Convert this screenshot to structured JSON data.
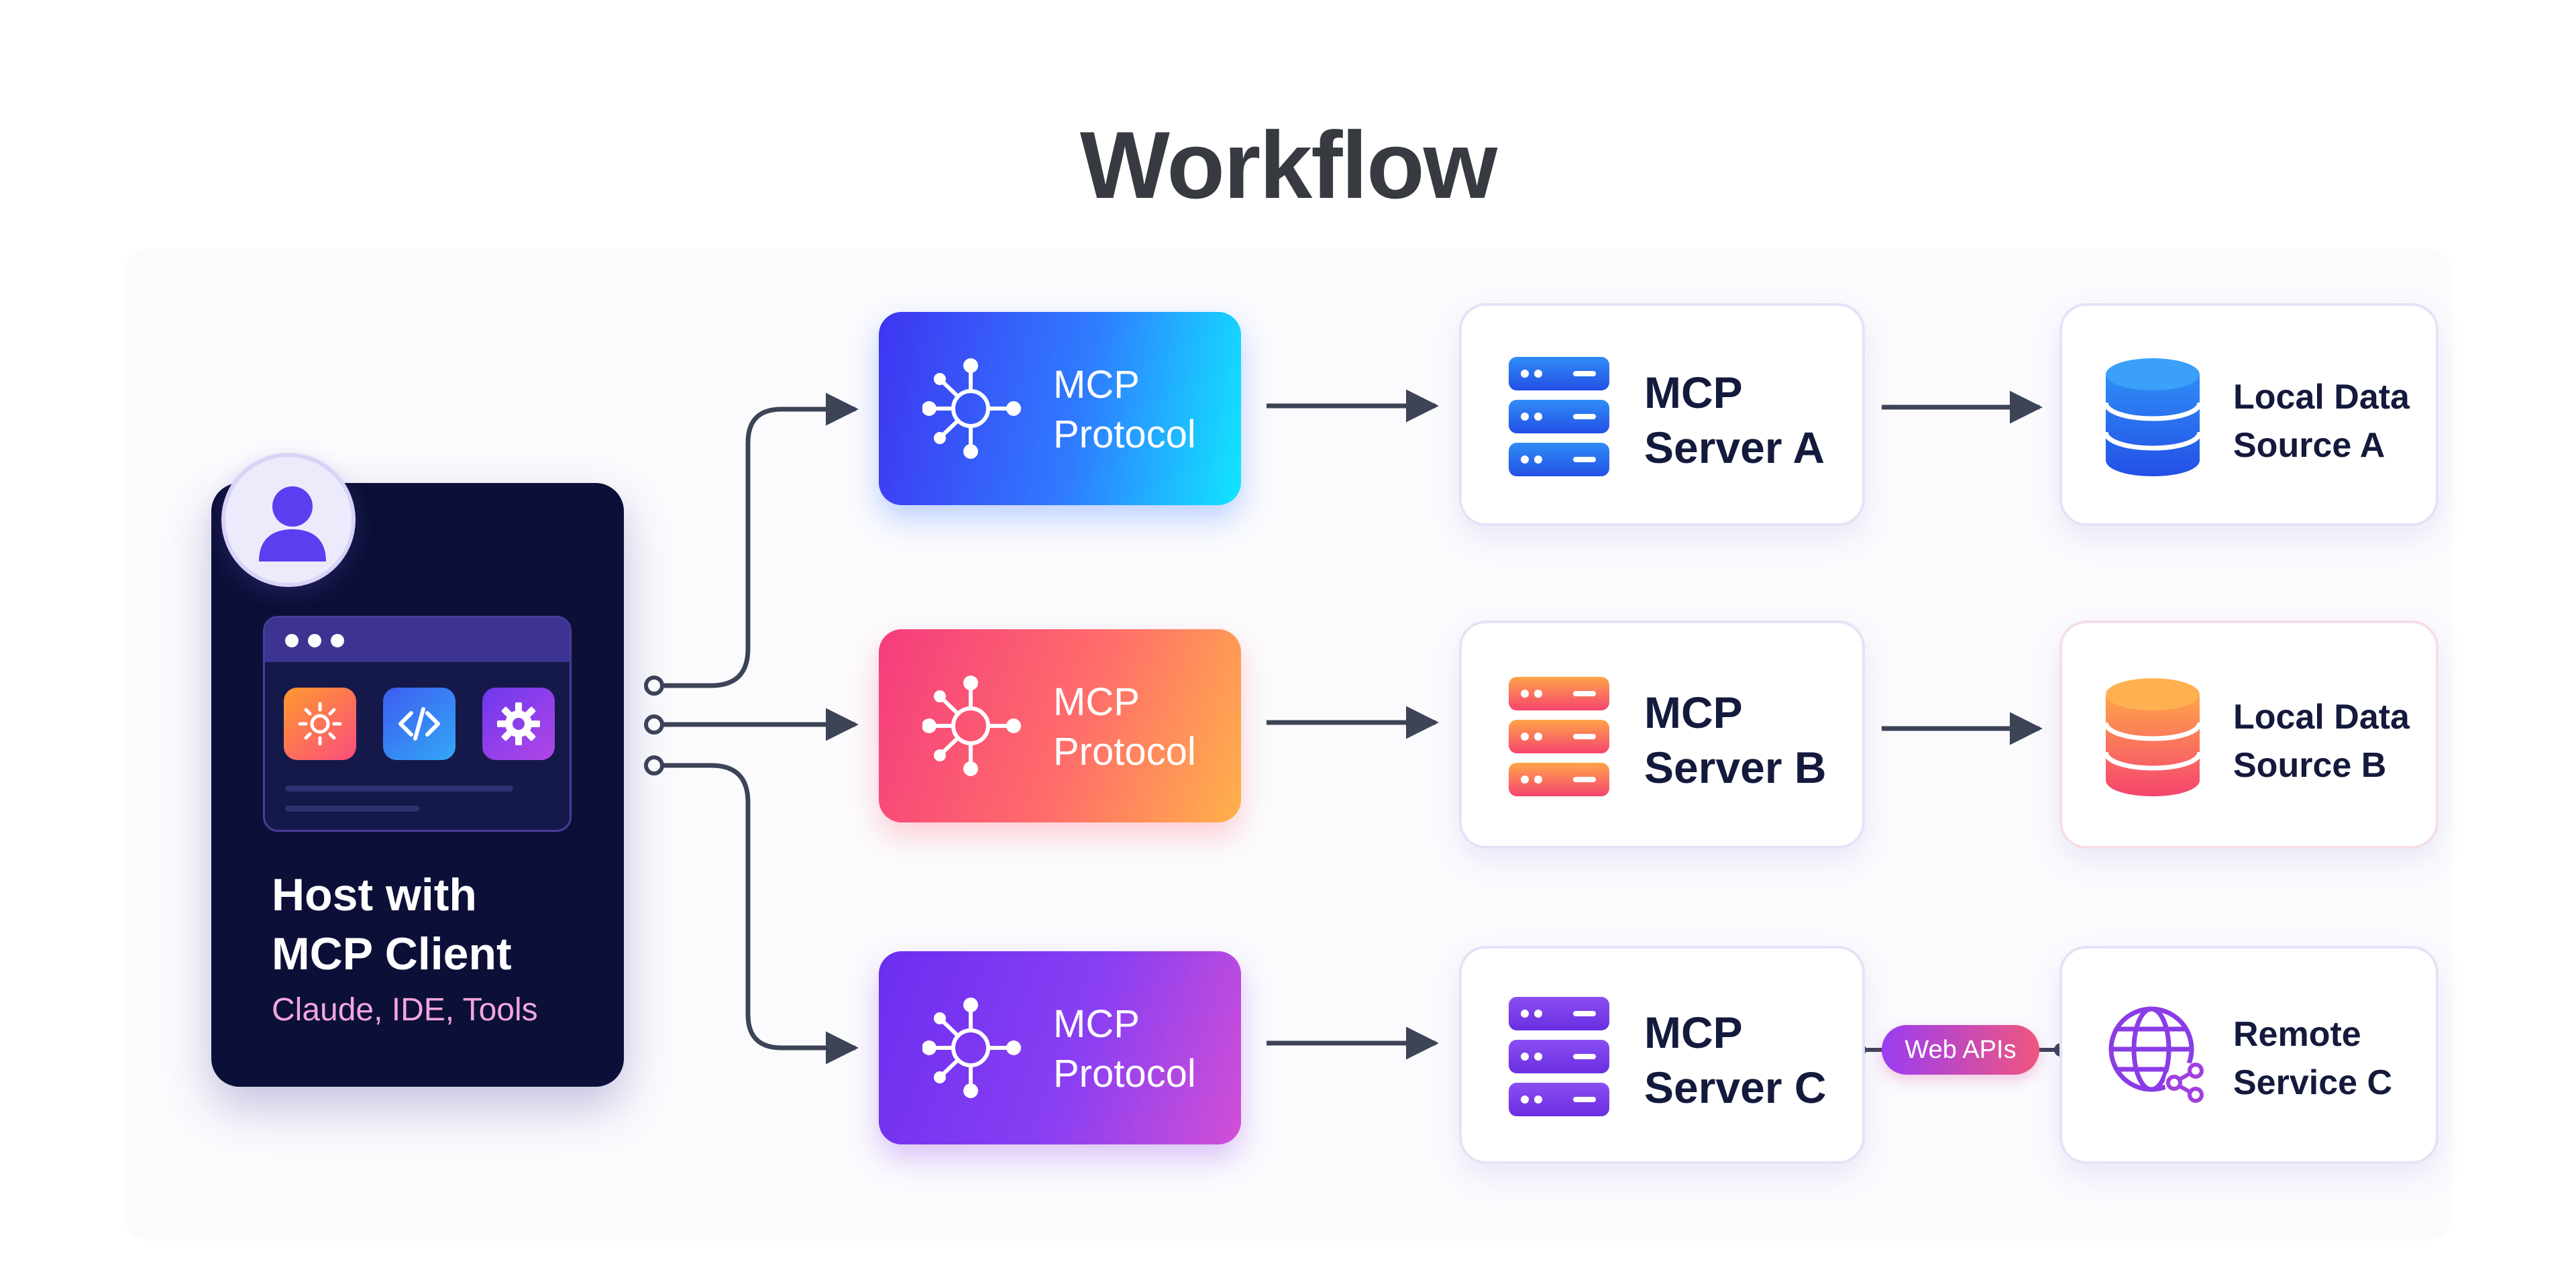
{
  "title": "Workflow",
  "host": {
    "title_line1": "Host with",
    "title_line2": "MCP Client",
    "subtitle": "Claude, IDE, Tools",
    "icons": [
      "sun-icon",
      "code-icon",
      "gear-icon"
    ]
  },
  "protocols": [
    {
      "line1": "MCP",
      "line2": "Protocol",
      "icon": "network-hub-icon"
    },
    {
      "line1": "MCP",
      "line2": "Protocol",
      "icon": "network-hub-icon"
    },
    {
      "line1": "MCP",
      "line2": "Protocol",
      "icon": "network-hub-icon"
    }
  ],
  "servers": [
    {
      "line1": "MCP",
      "line2": "Server A",
      "icon": "server-stack-icon",
      "color": "#2a6cf5"
    },
    {
      "line1": "MCP",
      "line2": "Server B",
      "icon": "server-stack-icon",
      "color": "#fa6f5a"
    },
    {
      "line1": "MCP",
      "line2": "Server C",
      "icon": "server-stack-icon",
      "color": "#7a3be6"
    }
  ],
  "sources": [
    {
      "line1": "Local Data",
      "line2": "Source A",
      "icon": "database-icon",
      "color": "#2a6cf5"
    },
    {
      "line1": "Local Data",
      "line2": "Source B",
      "icon": "database-icon",
      "color": "#fa7158"
    },
    {
      "line1": "Remote",
      "line2": "Service C",
      "icon": "globe-network-icon",
      "color": "#8a3ce6"
    }
  ],
  "connector_label": "Web APIs",
  "colors": {
    "host_background": "#0c1038",
    "connector_stroke": "#3c4456",
    "title": "#373a40"
  }
}
